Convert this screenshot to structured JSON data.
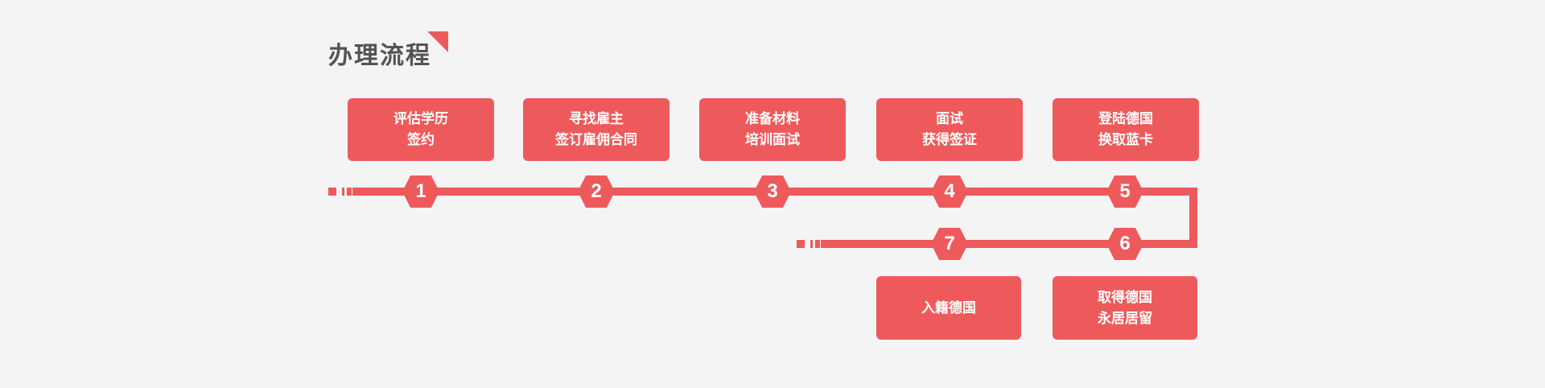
{
  "title": {
    "text": "办理流程"
  },
  "colors": {
    "accent": "#ee5a5b",
    "background": "#f4f4f5",
    "title_text": "#575253",
    "box_text": "#ffffff"
  },
  "steps": [
    {
      "number": "1",
      "lines": [
        "评估学历",
        "签约"
      ]
    },
    {
      "number": "2",
      "lines": [
        "寻找雇主",
        "签订雇佣合同"
      ]
    },
    {
      "number": "3",
      "lines": [
        "准备材料",
        "培训面试"
      ]
    },
    {
      "number": "4",
      "lines": [
        "面试",
        "获得签证"
      ]
    },
    {
      "number": "5",
      "lines": [
        "登陆德国",
        "换取蓝卡"
      ]
    },
    {
      "number": "6",
      "lines": [
        "取得德国",
        "永居居留"
      ]
    },
    {
      "number": "7",
      "lines": [
        "入籍德国"
      ]
    }
  ]
}
